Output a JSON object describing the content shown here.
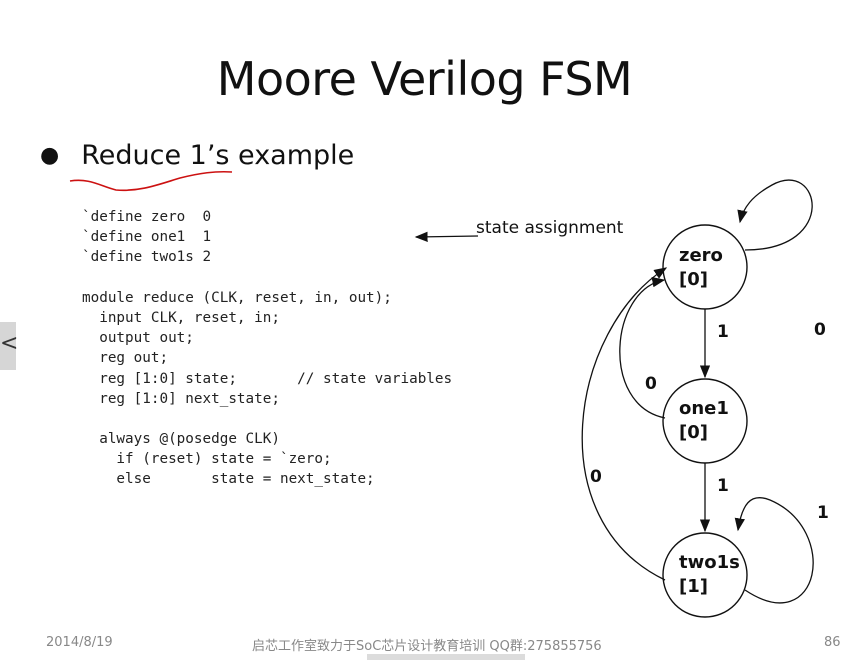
{
  "slide": {
    "title": "Moore Verilog FSM",
    "bullet": "Reduce 1’s example",
    "code_lines": [
      "`define zero  0",
      "`define one1  1",
      "`define two1s 2",
      "",
      "module reduce (CLK, reset, in, out);",
      "  input CLK, reset, in;",
      "  output out;",
      "  reg out;",
      "  reg [1:0] state;       // state variables",
      "  reg [1:0] next_state;",
      "",
      "  always @(posedge CLK)",
      "    if (reset) state = `zero;",
      "    else       state = next_state;"
    ],
    "annotation": "state assignment",
    "states": [
      {
        "name": "zero",
        "output": "[0]"
      },
      {
        "name": "one1",
        "output": "[0]"
      },
      {
        "name": "two1s",
        "output": "[1]"
      }
    ],
    "transitions": {
      "zero_self": "0",
      "zero_to_one1": "1",
      "one1_to_zero": "0",
      "one1_to_two1s": "1",
      "two1s_self": "1",
      "two1s_to_zero": "0"
    }
  },
  "footer": {
    "date": "2014/8/19",
    "center": "启芯工作室致力于SoC芯片设计教育培训 QQ群:275855756",
    "page": "86"
  },
  "nav": {
    "prev": "<"
  },
  "colors": {
    "annotation_ink": "#cc1111",
    "text": "#111111",
    "footer": "#888888"
  }
}
